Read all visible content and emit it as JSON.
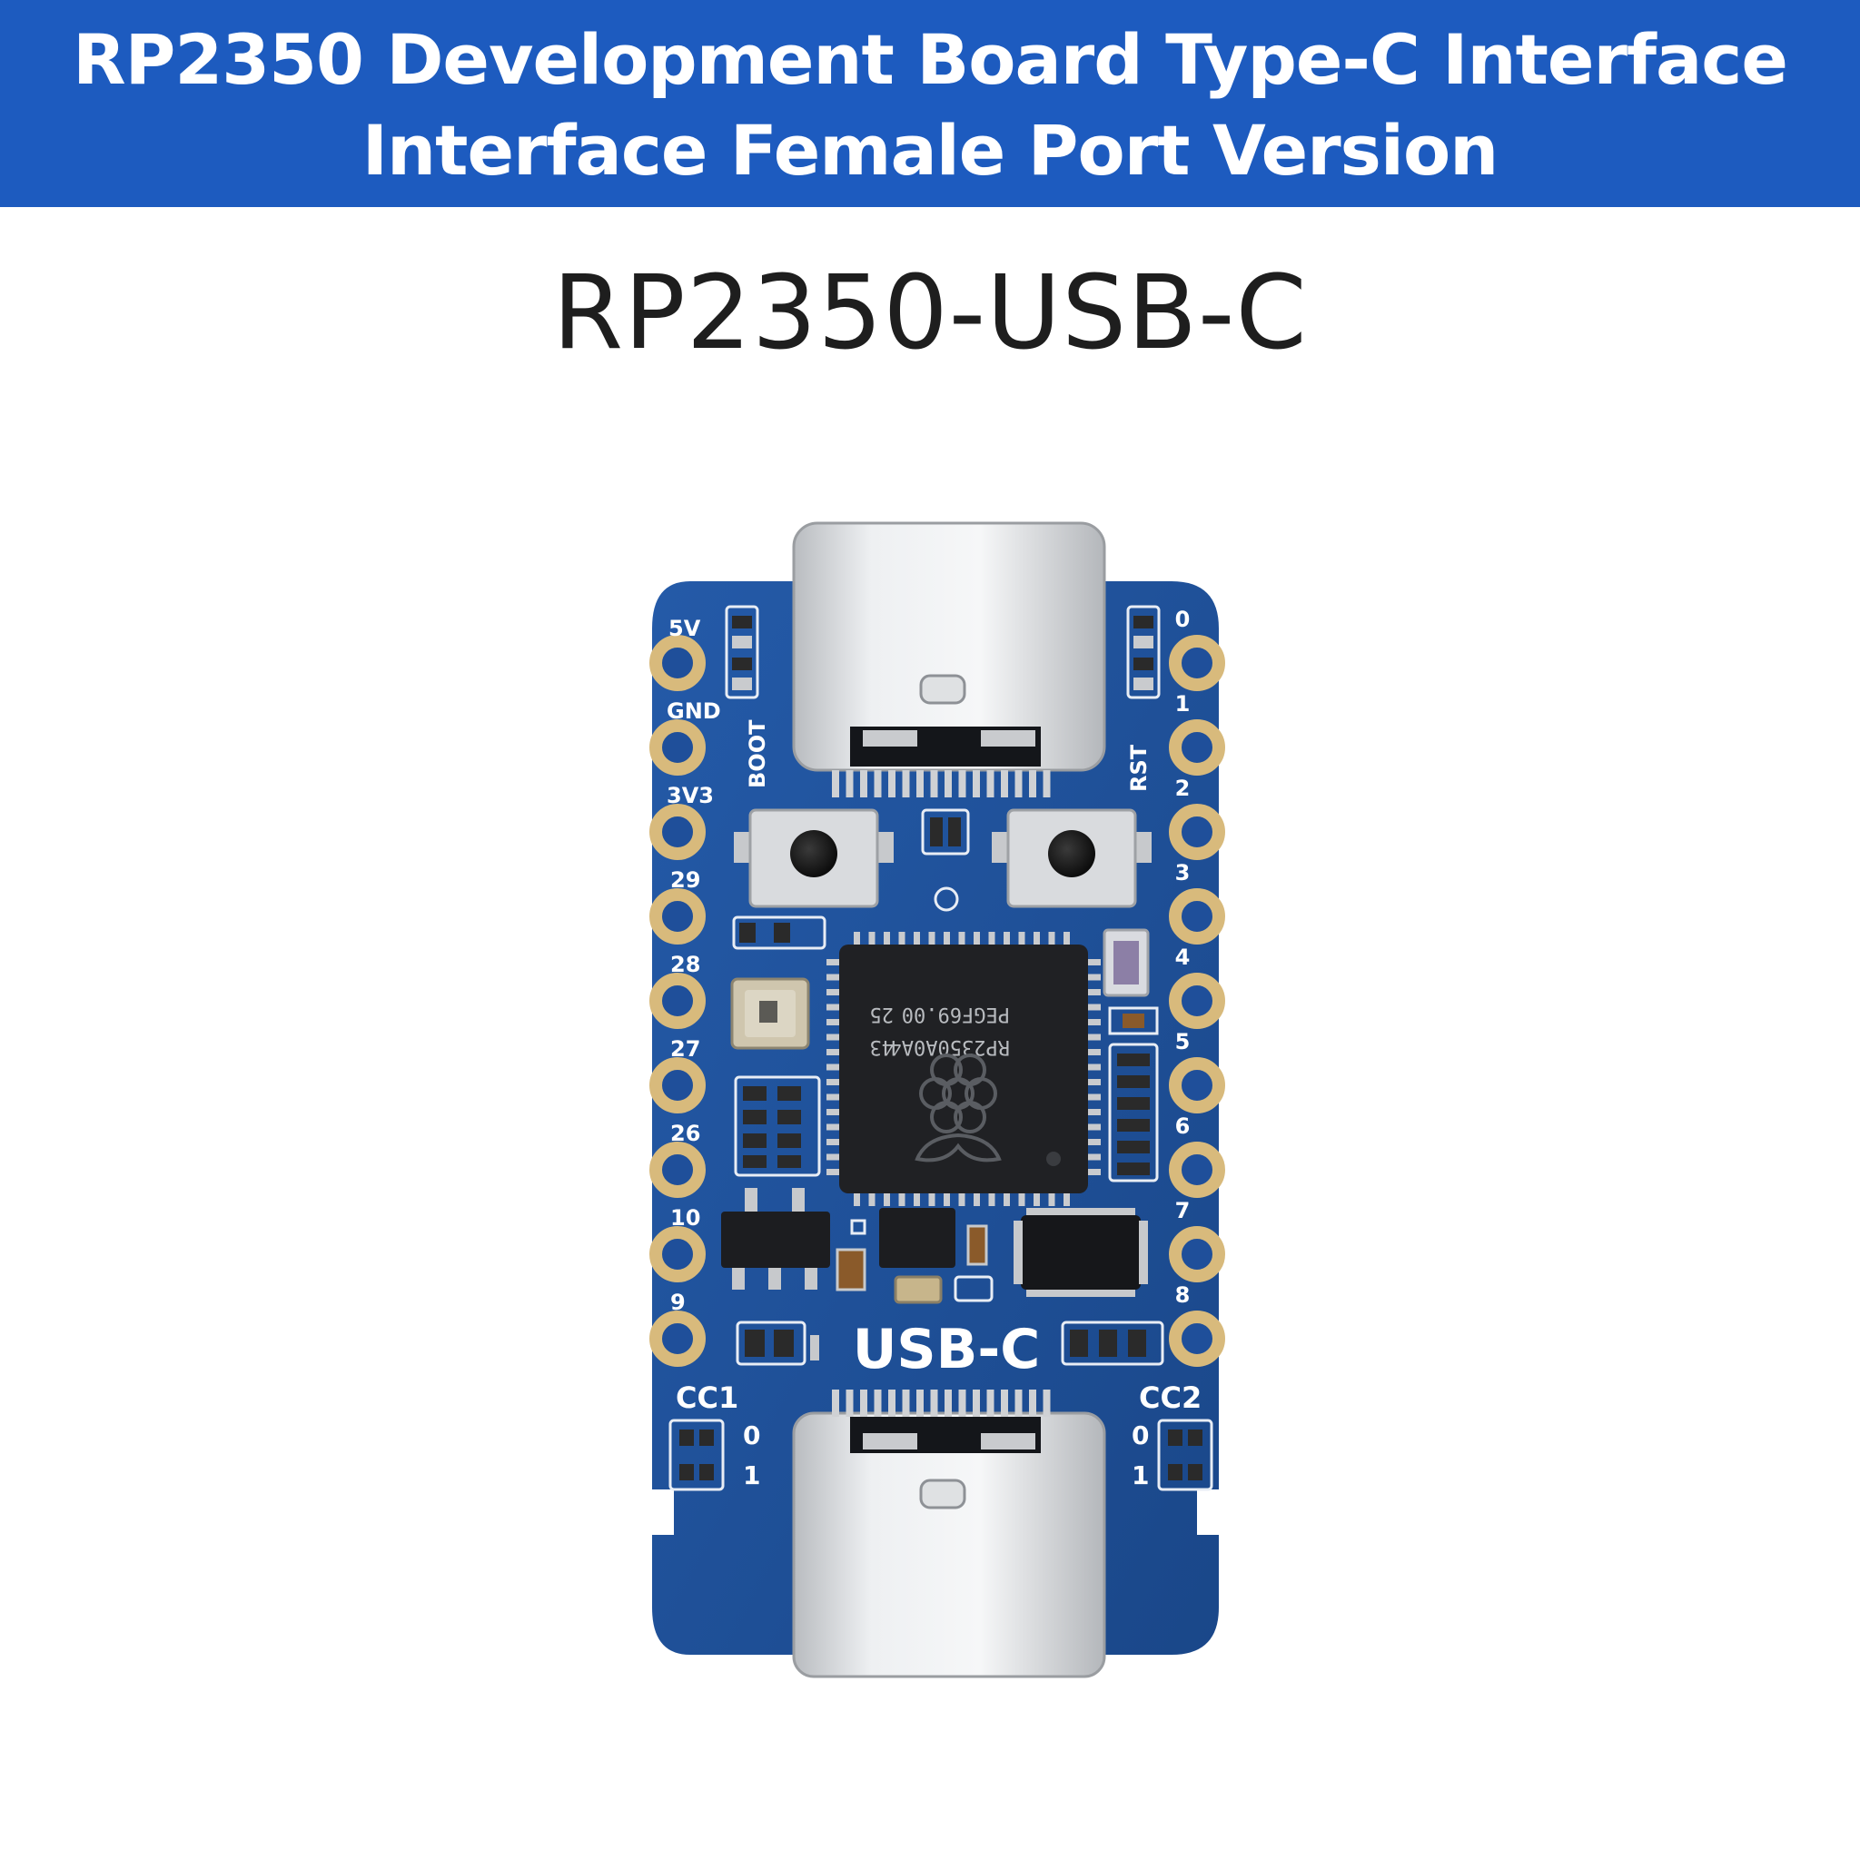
{
  "header": {
    "line1": "RP2350 Development Board Type-C Interface",
    "line2": "Interface Female Port Version"
  },
  "product_name": "RP2350-USB-C",
  "board": {
    "left_pins": [
      "5V",
      "GND",
      "3V3",
      "29",
      "28",
      "27",
      "26",
      "10",
      "9"
    ],
    "right_pins": [
      "0",
      "1",
      "2",
      "3",
      "4",
      "5",
      "6",
      "7",
      "8"
    ],
    "button_left_label": "BOOT",
    "button_right_label": "RST",
    "silkscreen_label": "USB-C",
    "cc1_label": "CC1",
    "cc2_label": "CC2",
    "switch_values": [
      "0",
      "1"
    ],
    "chip_marking": [
      "RP2350A0A4",
      "PEGF69.00",
      "25",
      "43"
    ],
    "pcb_color": "#1f4f9a",
    "pad_color": "#d8ba7c"
  }
}
